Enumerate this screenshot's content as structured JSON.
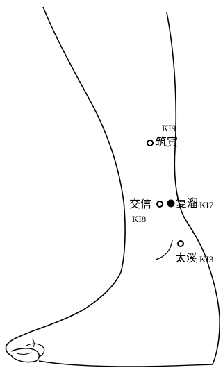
{
  "points": {
    "ki9": {
      "code": "KI9",
      "name": "筑宾",
      "marker": "open"
    },
    "ki8": {
      "code": "KI8",
      "name": "交信",
      "marker": "open"
    },
    "ki7": {
      "code": "KI7",
      "name": "复溜",
      "marker": "filled"
    },
    "ki3": {
      "code": "KI3",
      "name": "太溪",
      "marker": "open"
    }
  },
  "colors": {
    "ink": "#000000",
    "background": "#ffffff"
  }
}
